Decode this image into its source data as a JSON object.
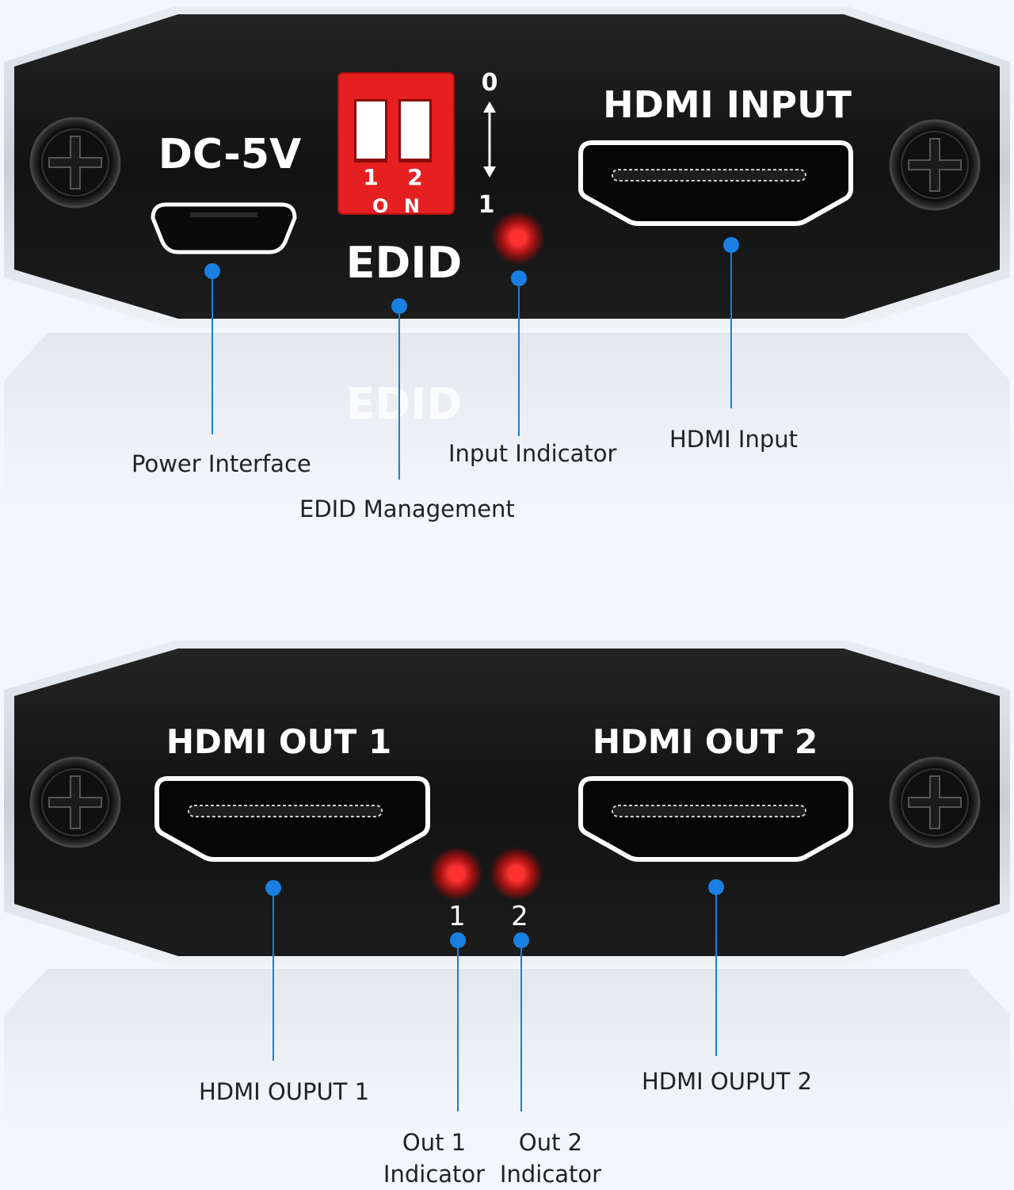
{
  "top_panel": {
    "power_label": "DC-5V",
    "edid_label": "EDID",
    "edid_reflection": "EDID",
    "hdmi_input_label": "HDMI INPUT",
    "dip_switch": {
      "switch_1": "1",
      "switch_2": "2",
      "on_label": "ON",
      "scale_top": "0",
      "scale_bottom": "1"
    }
  },
  "bottom_panel": {
    "hdmi_out1_label": "HDMI OUT 1",
    "hdmi_out2_label": "HDMI OUT 2",
    "led_1_label": "1",
    "led_2_label": "2"
  },
  "callouts": {
    "power_interface": "Power Interface",
    "edid_management": "EDID Management",
    "input_indicator": "Input Indicator",
    "hdmi_input": "HDMI Input",
    "hdmi_output_1": "HDMI OUPUT 1",
    "hdmi_output_2": "HDMI OUPUT 2",
    "out1_indicator_line1": "Out 1",
    "out1_indicator_line2": "Indicator",
    "out2_indicator_line1": "Out 2",
    "out2_indicator_line2": "Indicator"
  },
  "colors": {
    "panel": "#141414",
    "callout_dot": "#1a7fe0",
    "led": "#ff2a2a",
    "dip_switch": "#e62020"
  }
}
